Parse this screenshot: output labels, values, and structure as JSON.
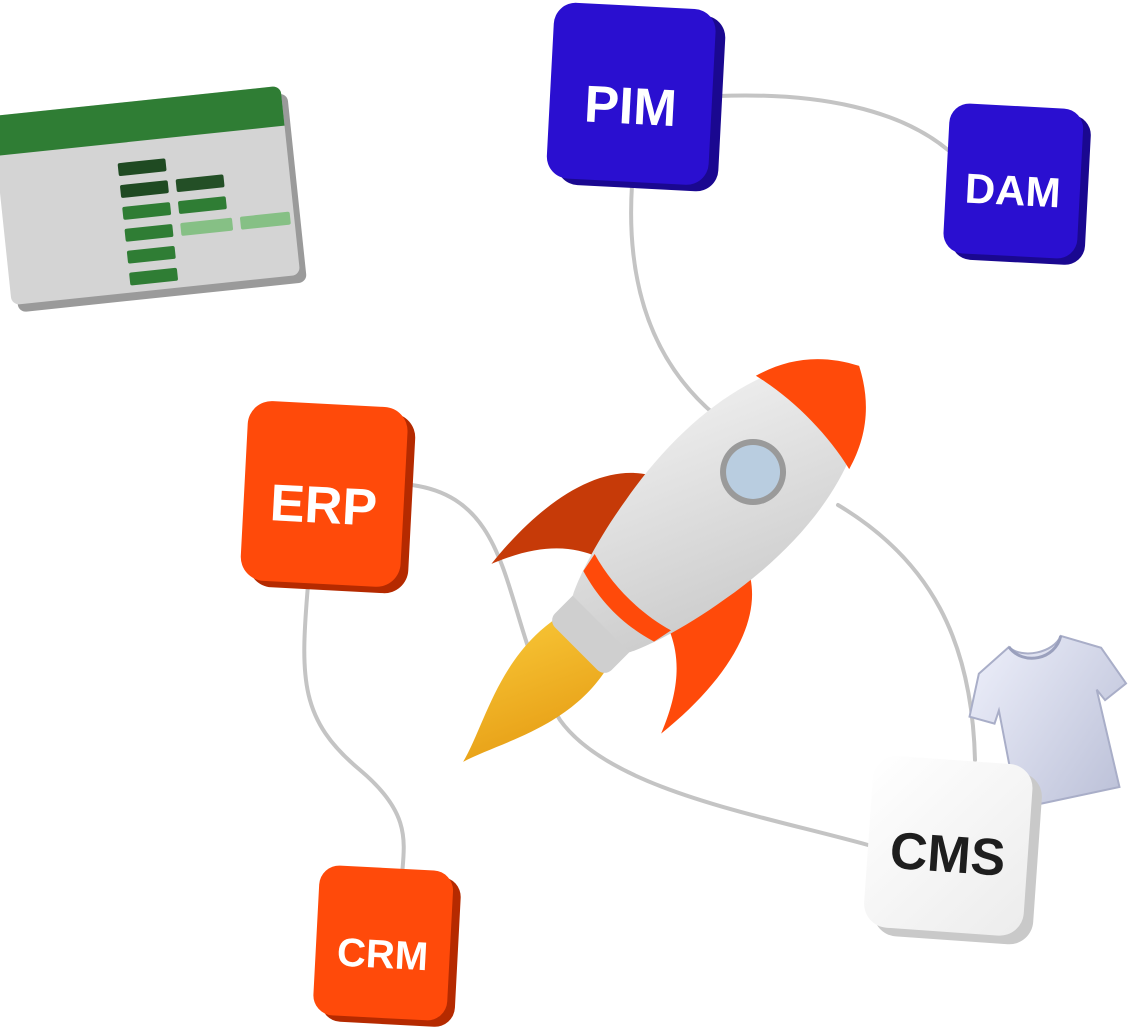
{
  "nodes": {
    "pim": {
      "label": "PIM",
      "color": "#2a0fd0",
      "side_color": "#1a0890",
      "text_color": "#ffffff"
    },
    "dam": {
      "label": "DAM",
      "color": "#2a0fd0",
      "side_color": "#1a0890",
      "text_color": "#ffffff"
    },
    "erp": {
      "label": "ERP",
      "color": "#ff4a0a",
      "side_color": "#b52a00",
      "text_color": "#ffffff"
    },
    "crm": {
      "label": "CRM",
      "color": "#ff4a0a",
      "side_color": "#b52a00",
      "text_color": "#ffffff"
    },
    "cms": {
      "label": "CMS",
      "color": "#f7f7f7",
      "side_color": "#c9c9c9",
      "text_color": "#1e1e1e"
    }
  },
  "icons": {
    "spreadsheet": "spreadsheet-icon",
    "rocket": "rocket-icon",
    "tshirt": "tshirt-icon"
  },
  "colors": {
    "connector": "#c8c8c8",
    "sheet_header": "#2f7d34",
    "sheet_body": "#d6d6d6",
    "rocket_body": "#e6e6e6",
    "rocket_accent": "#ff4a0a",
    "flame": "#f0b11e",
    "window": "#b9cde0"
  }
}
